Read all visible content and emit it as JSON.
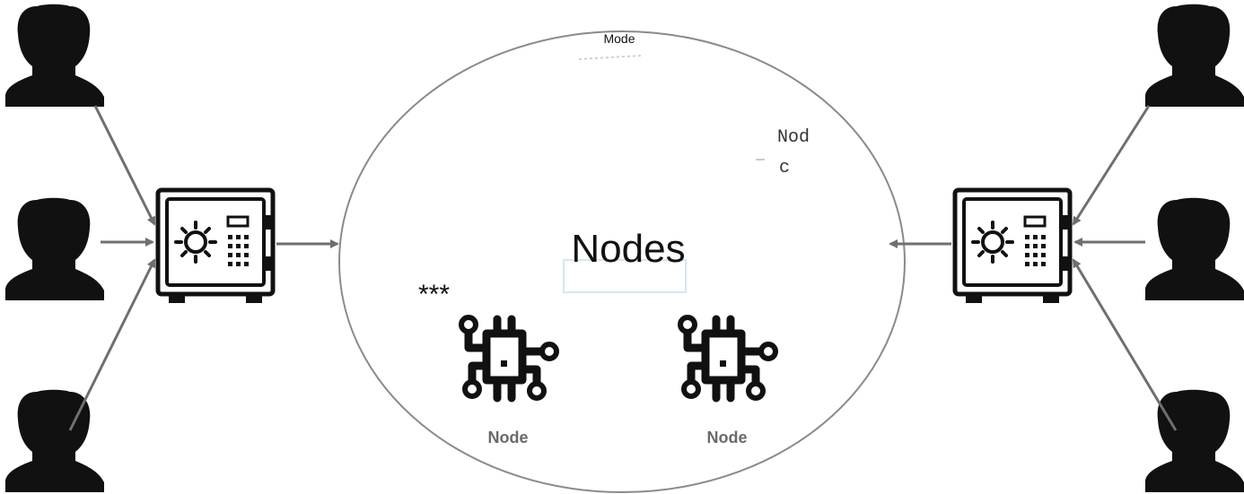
{
  "diagram": {
    "top_label": "Mode",
    "side_label_line1": "Nod",
    "side_label_line2": "c",
    "center_label": "Nodes",
    "stars": "***",
    "node_left_label": "Node",
    "node_right_label": "Node"
  },
  "icons": {
    "user": "person-silhouette-icon",
    "vault": "safe-vault-icon",
    "node": "circuit-chip-icon"
  },
  "colors": {
    "ink": "#111111",
    "arrow": "#6f6f6f",
    "ellipse": "#888888",
    "node_label": "#6a6a6a"
  }
}
